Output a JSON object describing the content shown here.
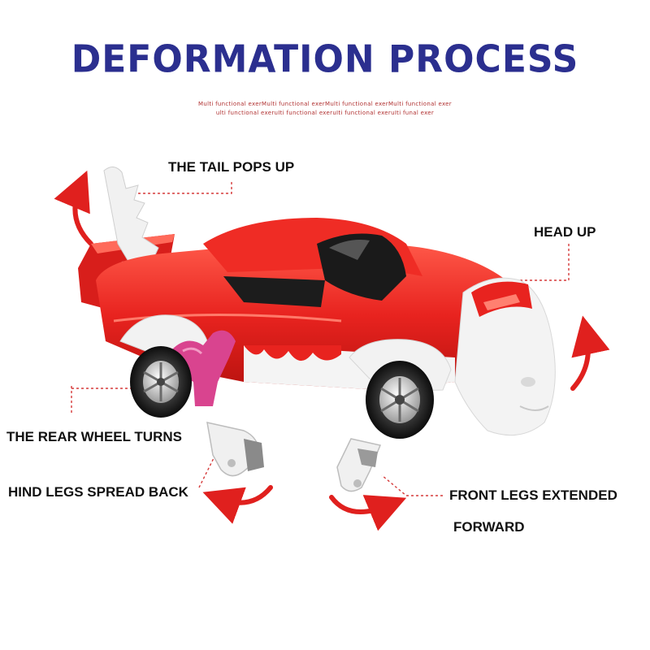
{
  "title": "DEFORMATION PROCESS",
  "subtitle_line1": "Multi functional exerMulti functional exerMulti functional exerMulti functional exer",
  "subtitle_line2": "ulti functional exeruIti functional exeruIti functional exeruIti funal exer",
  "labels": {
    "tail": "THE TAIL POPS UP",
    "head": "HEAD UP",
    "rear_wheel": "THE REAR WHEEL TURNS",
    "hind_legs": "HIND LEGS SPREAD BACK",
    "front_legs_line1": "FRONT LEGS EXTENDED",
    "front_legs_line2": "FORWARD"
  },
  "colors": {
    "title": "#2b2f8f",
    "car_body": "#e8231f",
    "arrow": "#e0201e",
    "leader_line": "#d63a3a",
    "wind_key": "#d9448f"
  }
}
